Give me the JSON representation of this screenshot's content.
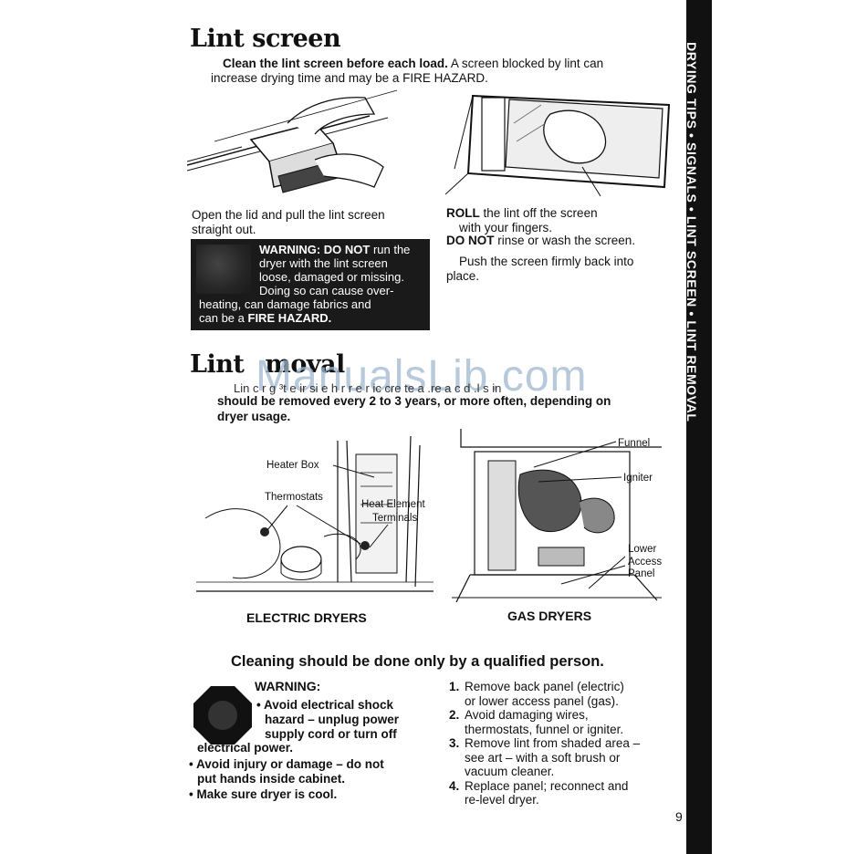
{
  "sidebar": {
    "text": "DRYING TIPS • SIGNALS • LINT SCREEN • LINT REMOVAL"
  },
  "page_number": "9",
  "lint_screen": {
    "title": "Lint screen",
    "intro_bold": "Clean the lint screen before each load.",
    "intro_rest_1": " A screen blocked by lint can",
    "intro_line2": "increase drying time and may be a FIRE HAZARD.",
    "left_caption_1": "Open the lid and pull the lint screen",
    "left_caption_2": "straight out.",
    "warning_bold": "WARNING: DO NOT",
    "warning_l1_rest": " run the",
    "warning_l2": "dryer with the lint screen",
    "warning_l3": "loose, damaged or missing.",
    "warning_l4": "Doing so can cause over-",
    "warning_l5": "heating, can damage fabrics and",
    "warning_l6_pre": "can be a ",
    "warning_l6_bold": "FIRE HAZARD.",
    "roll_bold": "ROLL",
    "roll_rest": " the lint off the screen",
    "roll_l2": "with your fingers.",
    "donot_bold": "DO NOT",
    "donot_rest": " rinse or wash the screen.",
    "push_l1": "Push the screen firmly back into",
    "push_l2": "place."
  },
  "lint_removal": {
    "title_a": "Lint ",
    "title_b": "moval",
    "garbled_line": "Lin  c  r  g  ³t  e  ir  si  e  h  r  r  e  r   ic  cre  te  a  .re  a  c  d  .l  s  in",
    "bold_l2": "should be removed every 2 to 3 years, or more often, depending on",
    "bold_l3": "dryer usage.",
    "watermark": "ManualsLib.com"
  },
  "diagrams": {
    "electric": {
      "caption": "ELECTRIC DRYERS",
      "labels": [
        "Heater Box",
        "Thermostats",
        "Heat Element",
        "Terminals"
      ]
    },
    "gas": {
      "caption": "GAS DRYERS",
      "labels": [
        "Funnel",
        "Igniter",
        "Lower",
        "Access",
        "Panel"
      ]
    }
  },
  "cleaning": {
    "heading": "Cleaning should be done only by a qualified person.",
    "warning_title": "WARNING:",
    "bullets": [
      "• Avoid electrical shock",
      "hazard – unplug power",
      "supply cord or turn off",
      "electrical power.",
      "• Avoid injury or damage – do not",
      "put hands inside cabinet.",
      "• Make sure dryer is cool."
    ],
    "steps": [
      {
        "num": "1.",
        "lines": [
          "Remove back panel (electric)",
          "or lower access panel (gas)."
        ]
      },
      {
        "num": "2.",
        "lines": [
          "Avoid damaging wires,",
          "thermostats, funnel or igniter."
        ]
      },
      {
        "num": "3.",
        "lines": [
          "Remove lint from shaded area –",
          "see art – with a soft brush or",
          "vacuum cleaner."
        ]
      },
      {
        "num": "4.",
        "lines": [
          "Replace panel; reconnect and",
          "re-level dryer."
        ]
      }
    ]
  }
}
